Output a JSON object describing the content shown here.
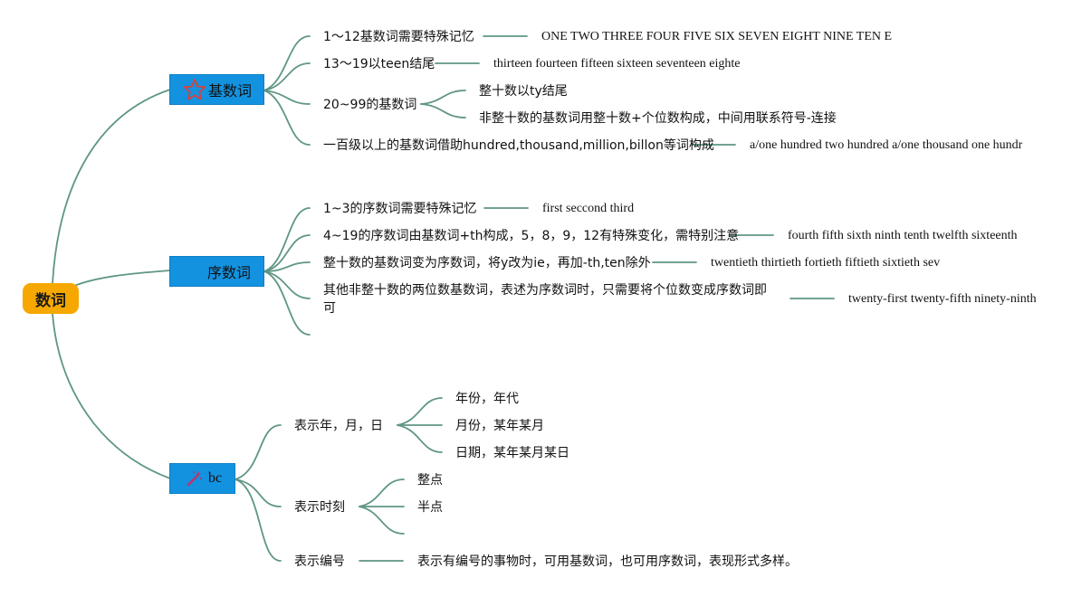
{
  "root": {
    "label": "数词"
  },
  "cardinal": {
    "label": "基数词",
    "icon": "star-icon",
    "items": [
      {
        "label": "1〜12基数词需要特殊记忆",
        "example": "ONE TWO THREE FOUR FIVE SIX SEVEN EIGHT NINE TEN E"
      },
      {
        "label": "13〜19以teen结尾",
        "example": "thirteen fourteen fifteen sixteen seventeen eighte"
      },
      {
        "label": "20~99的基数词",
        "children": [
          "整十数以ty结尾",
          "非整十数的基数词用整十数+个位数构成，中间用联系符号-连接"
        ]
      },
      {
        "label": "一百级以上的基数词借助hundred,thousand,million,billon等词构成",
        "example": "a/one hundred two hundred a/one thousand one hundr"
      }
    ]
  },
  "ordinal": {
    "label": "序数词",
    "items": [
      {
        "label": "1~3的序数词需要特殊记忆",
        "example": "first seccond third"
      },
      {
        "label": "4~19的序数词由基数词+th构成，5，8，9，12有特殊变化，需特别注意",
        "example": "fourth fifth sixth ninth tenth twelfth sixteenth"
      },
      {
        "label": "整十数的基数词变为序数词，将y改为ie，再加-th,ten除外",
        "example": "twentieth thirtieth fortieth fiftieth sixtieth sev"
      },
      {
        "label_line1": "其他非整十数的两位数基数词，表述为序数词时，只需要将个位数变成序数词即",
        "label_line2": "可",
        "example": "twenty-first twenty-fifth ninety-ninth"
      }
    ]
  },
  "usage": {
    "label": "bc",
    "icon": "magic-wand-icon",
    "items": [
      {
        "label": "表示年，月，日",
        "children": [
          "年份，年代",
          "月份，某年某月",
          "日期，某年某月某日"
        ]
      },
      {
        "label": "表示时刻",
        "children": [
          "整点",
          "半点"
        ]
      },
      {
        "label": "表示编号",
        "example": "表示有编号的事物时，可用基数词，也可用序数词，表现形式多样。"
      }
    ]
  },
  "colors": {
    "root": "#f6a800",
    "main": "#1392e0",
    "link": "#5f9683",
    "star": "#d6423c",
    "wand": "#c0306a"
  }
}
